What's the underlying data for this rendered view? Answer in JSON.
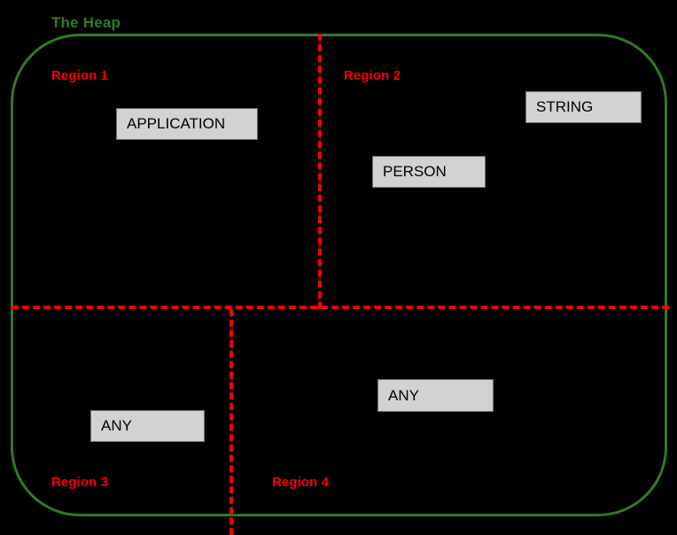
{
  "diagram": {
    "title": "The Heap",
    "colors": {
      "background": "#000000",
      "heap_boundary": "#2f7c20",
      "divider": "#ff0000",
      "object_box_fill": "#d2d2d2",
      "object_box_border": "#6e6e6e",
      "object_box_text": "#000000",
      "region_label": "#ff0000",
      "title": "#2f7c20"
    },
    "regions": [
      {
        "id": "region-1",
        "label": "Region 1"
      },
      {
        "id": "region-2",
        "label": "Region 2"
      },
      {
        "id": "region-3",
        "label": "Region 3"
      },
      {
        "id": "region-4",
        "label": "Region 4"
      }
    ],
    "objects": [
      {
        "id": "application",
        "label": "APPLICATION",
        "region": "Region 1"
      },
      {
        "id": "string",
        "label": "STRING",
        "region": "Region 2"
      },
      {
        "id": "person",
        "label": "PERSON",
        "region": "Region 2"
      },
      {
        "id": "any-left",
        "label": "ANY",
        "region": "Region 3"
      },
      {
        "id": "any-right",
        "label": "ANY",
        "region": "Region 4"
      }
    ],
    "dividers": [
      {
        "id": "divider-vertical-upper",
        "orientation": "vertical",
        "style": "dashed"
      },
      {
        "id": "divider-horizontal",
        "orientation": "horizontal",
        "style": "dashed"
      },
      {
        "id": "divider-vertical-lower",
        "orientation": "vertical",
        "style": "dashed"
      }
    ]
  }
}
